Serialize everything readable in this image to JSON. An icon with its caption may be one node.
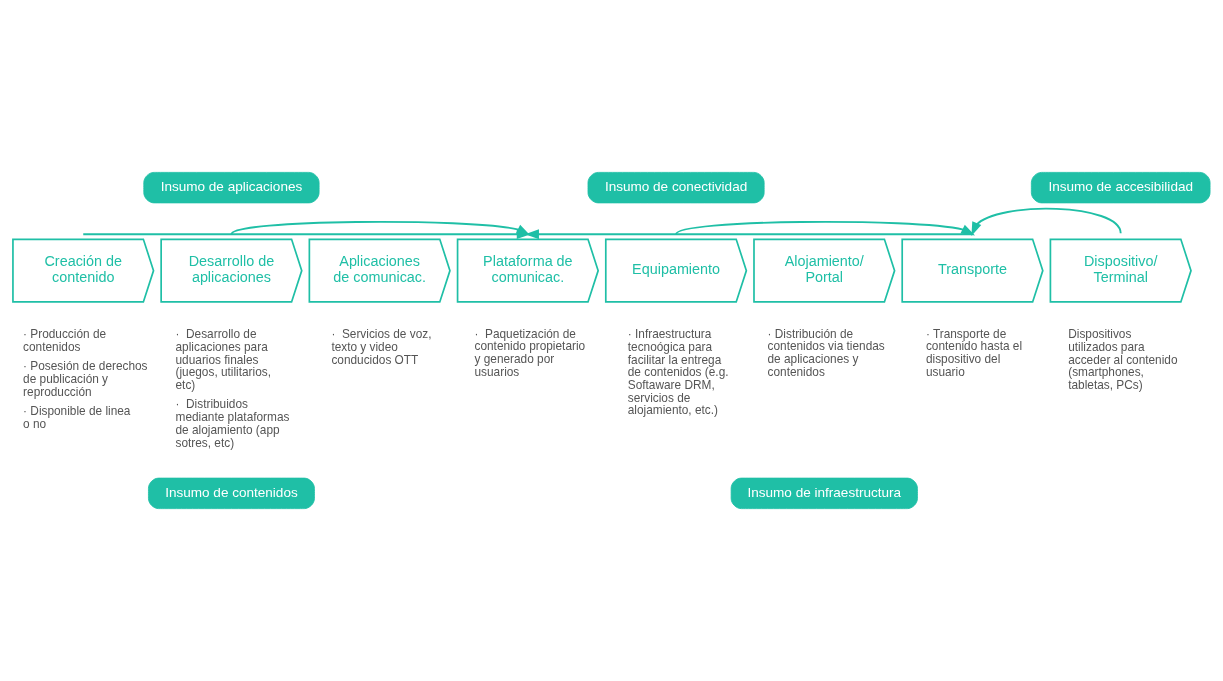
{
  "diagram": {
    "nodes": [
      {
        "text": [
          "Insumo de aplicaciones"
        ]
      },
      {
        "text": [
          "Insumo de conectividad"
        ]
      },
      {
        "text": [
          "Insumo de accesibilidad"
        ]
      },
      {
        "text": [
          "Creación de contenido"
        ],
        "beside": [
          "· Producción de contenidos",
          "· Posesión de derechos de publicación y reproducción",
          "· Disponible de linea o no"
        ]
      },
      {
        "text": [
          "Desarrollo de aplicaciones"
        ],
        "beside": [
          "·  Desarrollo de aplicaciones para uduarios finales (juegos, utilitarios, etc)",
          "·  Distribuidos mediante plataformas de alojamiento (app sotres, etc)"
        ]
      },
      {
        "text": [
          "Aplicaciones de comunicac."
        ],
        "beside": [
          "·  Servicios de voz, texto y video conducidos OTT"
        ]
      },
      {
        "text": [
          "Plataforma de comunicac."
        ],
        "beside": [
          "·  Paquetización de contenido propietario y generado por usuarios"
        ]
      },
      {
        "text": [
          "Equipamiento"
        ],
        "beside": [
          "· Infraestructura tecnoógica para facilitar la entrega de contenidos (e.g. Softaware DRM, servicios de alojamiento, etc.)"
        ]
      },
      {
        "text": [
          "Alojamiento/ Portal"
        ],
        "beside": [
          "· Distribución de contenidos via tiendas de aplicaciones y contenidos"
        ]
      },
      {
        "text": [
          "Transporte"
        ],
        "beside": [
          "· Transporte de contenido hasta el dispositivo del usuario"
        ]
      },
      {
        "text": [
          "Dispositivo/ Terminal"
        ],
        "beside": [
          "Dispositivos utilizados para acceder al contenido (smartphones, tabletas, PCs)"
        ]
      },
      {
        "text": [
          "Insumo de contenidos"
        ]
      },
      {
        "text": [
          "Insumo de infraestructura"
        ]
      }
    ],
    "edges": [
      {
        "from": 4,
        "to": 6,
        "arrow": "to"
      },
      {
        "from": 9,
        "to": 6,
        "arrow": "to"
      },
      {
        "from": 10,
        "to": 9,
        "arrow": "to"
      },
      {
        "from": 3,
        "to": 6,
        "arrow": "to"
      },
      {
        "from": 7,
        "to": 9,
        "arrow": "to"
      }
    ]
  }
}
